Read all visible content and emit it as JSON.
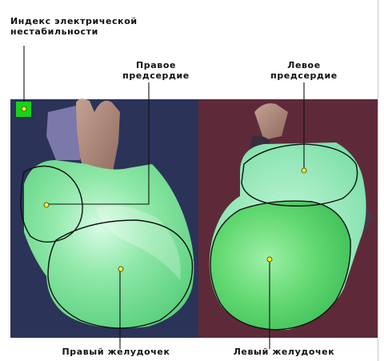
{
  "labels": {
    "instability_index": "Индекс электрической\nнестабильности",
    "right_atrium": "Правое\nпредсердие",
    "left_atrium": "Левое\nпредсердие",
    "right_ventricle": "Правый желудочек",
    "left_ventricle": "Левый желудочек"
  },
  "colors": {
    "left_panel_bg": "#2b3358",
    "right_panel_bg": "#5e2a3a",
    "indicator": "#19d319",
    "marker": "#ffff1a",
    "vessel": "#b08a7c",
    "heart_light": "#b4f5c4",
    "heart_mid": "#6ee08e",
    "heart_dark": "#3fbf68"
  }
}
